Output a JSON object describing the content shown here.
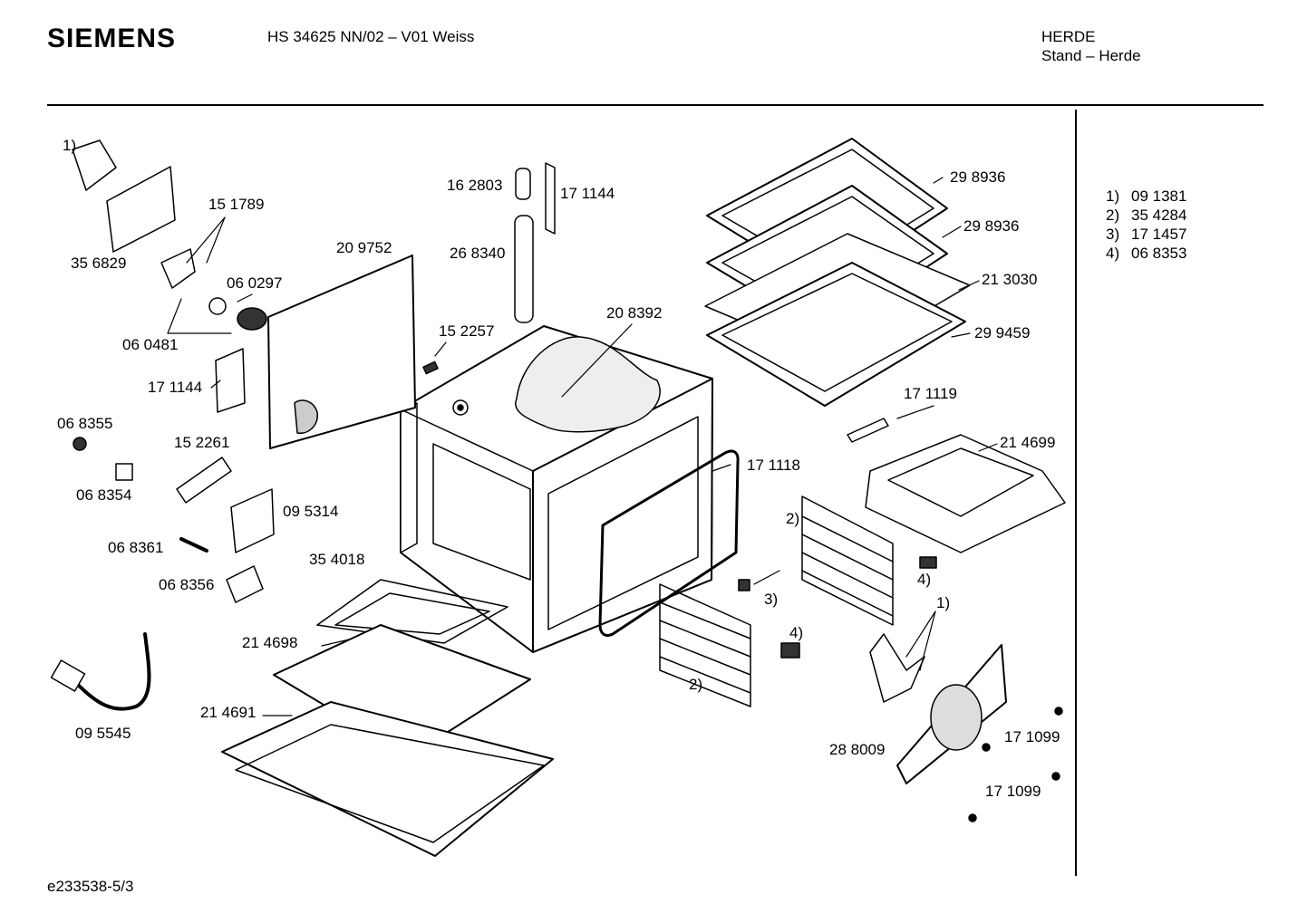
{
  "header": {
    "brand": "SIEMENS",
    "model": "HS 34625 NN/02 – V01 Weiss",
    "category": "HERDE",
    "subcategory": "Stand – Herde"
  },
  "footer": {
    "drawing_id": "e233538-5/3"
  },
  "notes": [
    {
      "key": "1)",
      "value": "09 1381"
    },
    {
      "key": "2)",
      "value": "35 4284"
    },
    {
      "key": "3)",
      "value": "17 1457"
    },
    {
      "key": "4)",
      "value": "06 8353"
    }
  ],
  "part_labels": [
    "1)",
    "15 1789",
    "35 6829",
    "06 0297",
    "06 0481",
    "17 1144",
    "20 9752",
    "06 8355",
    "06 8354",
    "15 2261",
    "09 5314",
    "06 8361",
    "06 8356",
    "35 4018",
    "21 4698",
    "21 4691",
    "09 5545",
    "16 2803",
    "17 1144",
    "26 8340",
    "15 2257",
    "20 8392",
    "29 8936",
    "29 8936",
    "21 3030",
    "29 9459",
    "17 1119",
    "21 4699",
    "17 1118",
    "2)",
    "3)",
    "4)",
    "4)",
    "1)",
    "2)",
    "28 8009",
    "17 1099",
    "17 1099"
  ]
}
